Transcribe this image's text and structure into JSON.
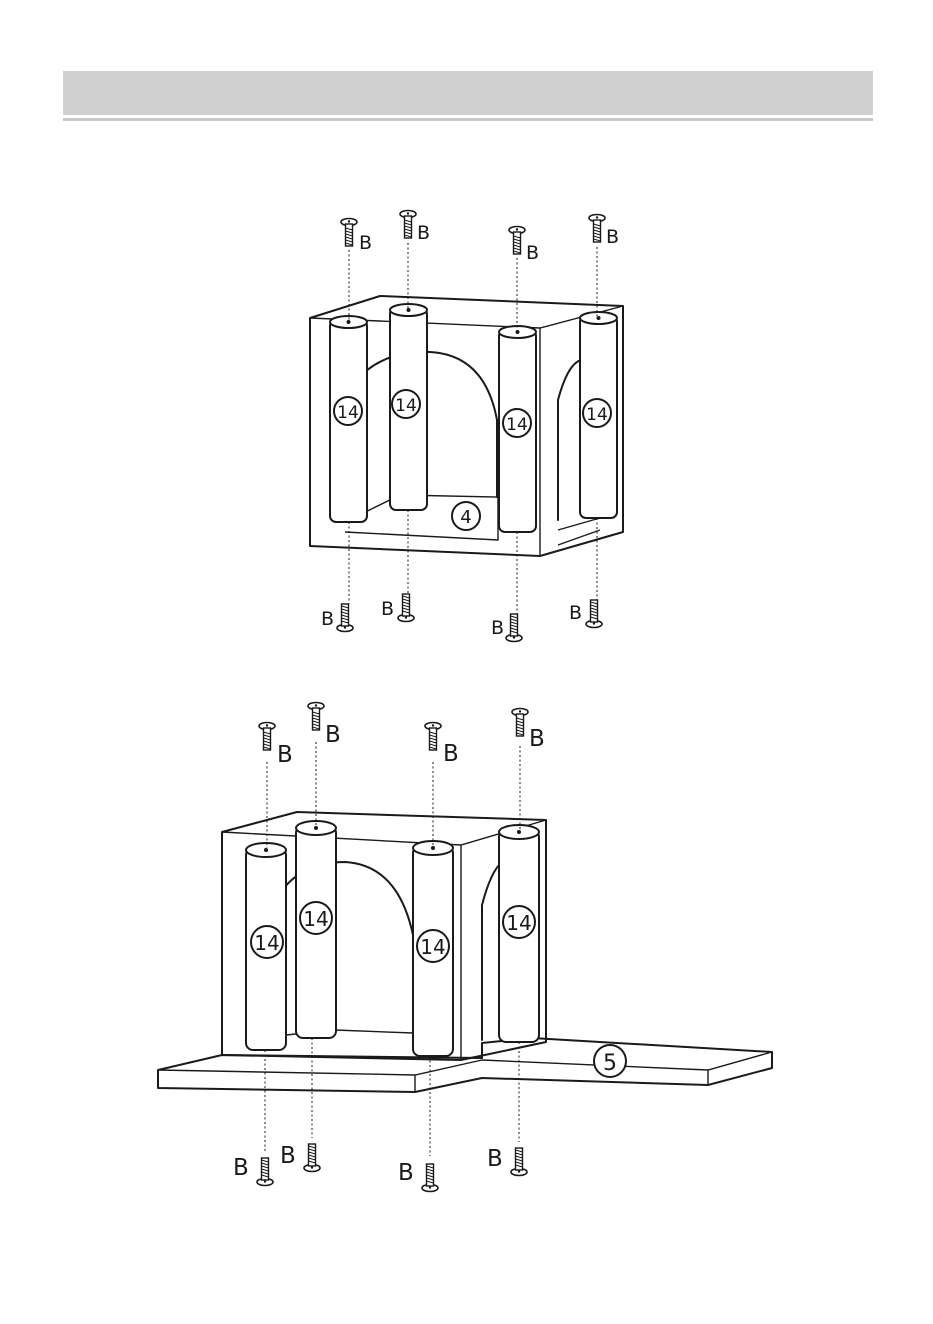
{
  "header": {
    "title": ""
  },
  "labels": {
    "screw": "B",
    "leg": "14",
    "step1_panel": "4",
    "step2_panel": "5"
  }
}
